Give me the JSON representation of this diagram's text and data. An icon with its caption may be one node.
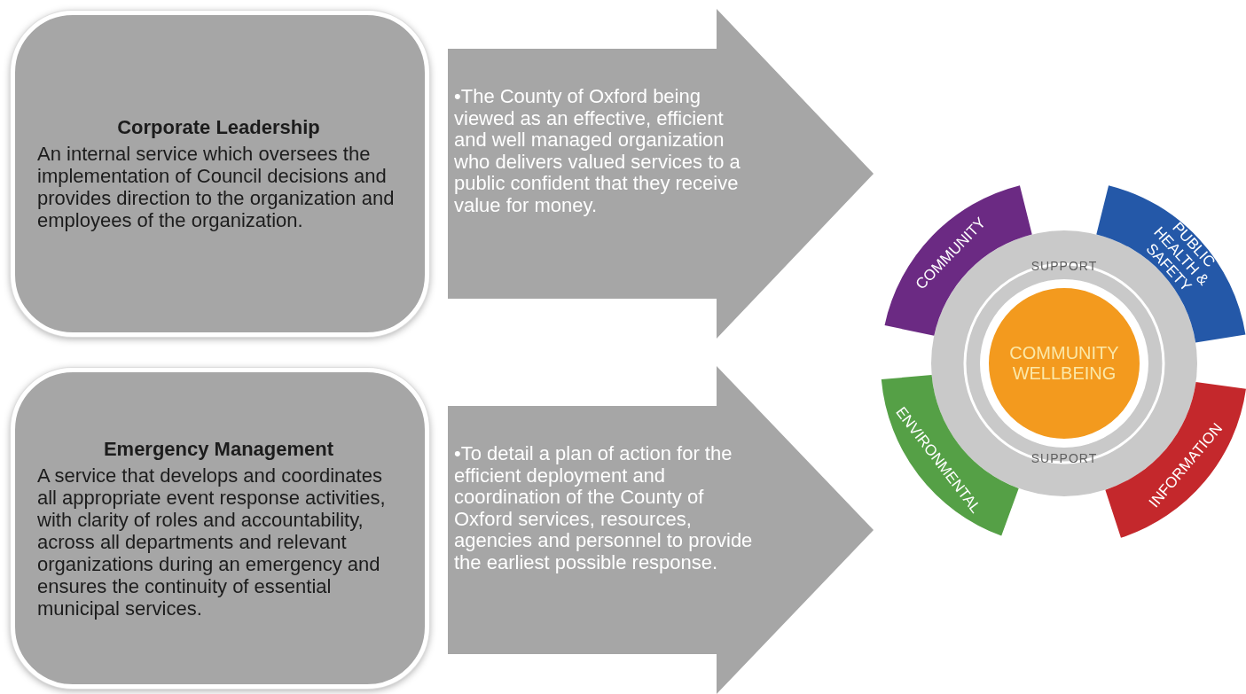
{
  "diagram": {
    "nodes": [
      {
        "text": [
          "Corporate Leadership",
          "An internal service which oversees the implementation of Council decisions and provides direction to the organization and employees of the organization."
        ]
      },
      {
        "text": [
          "•The County of Oxford being viewed as an effective, efficient and well managed organization who delivers valued services to a public confident that they receive value for money."
        ]
      },
      {
        "text": [
          "Emergency Management",
          "A service that develops and coordinates all appropriate event response activities, with clarity of roles and accountability, across all departments and relevant organizations during an emergency and ensures the continuity of essential municipal services."
        ]
      },
      {
        "text": [
          "•To detail a plan of action for the efficient deployment and coordination of the County of Oxford services, resources, agencies and personnel to provide the earliest possible response."
        ]
      },
      {
        "text": [
          "COMMUNITY"
        ]
      },
      {
        "text": [
          "PUBLIC HEALTH & SAFETY"
        ]
      },
      {
        "text": [
          "COMMUNITY WELLBEING"
        ]
      },
      {
        "text": [
          "ENVIRONMENTAL"
        ]
      },
      {
        "text": [
          "INFORMATION"
        ]
      }
    ],
    "labels": [
      "SUPPORT",
      "SUPPORT"
    ]
  }
}
